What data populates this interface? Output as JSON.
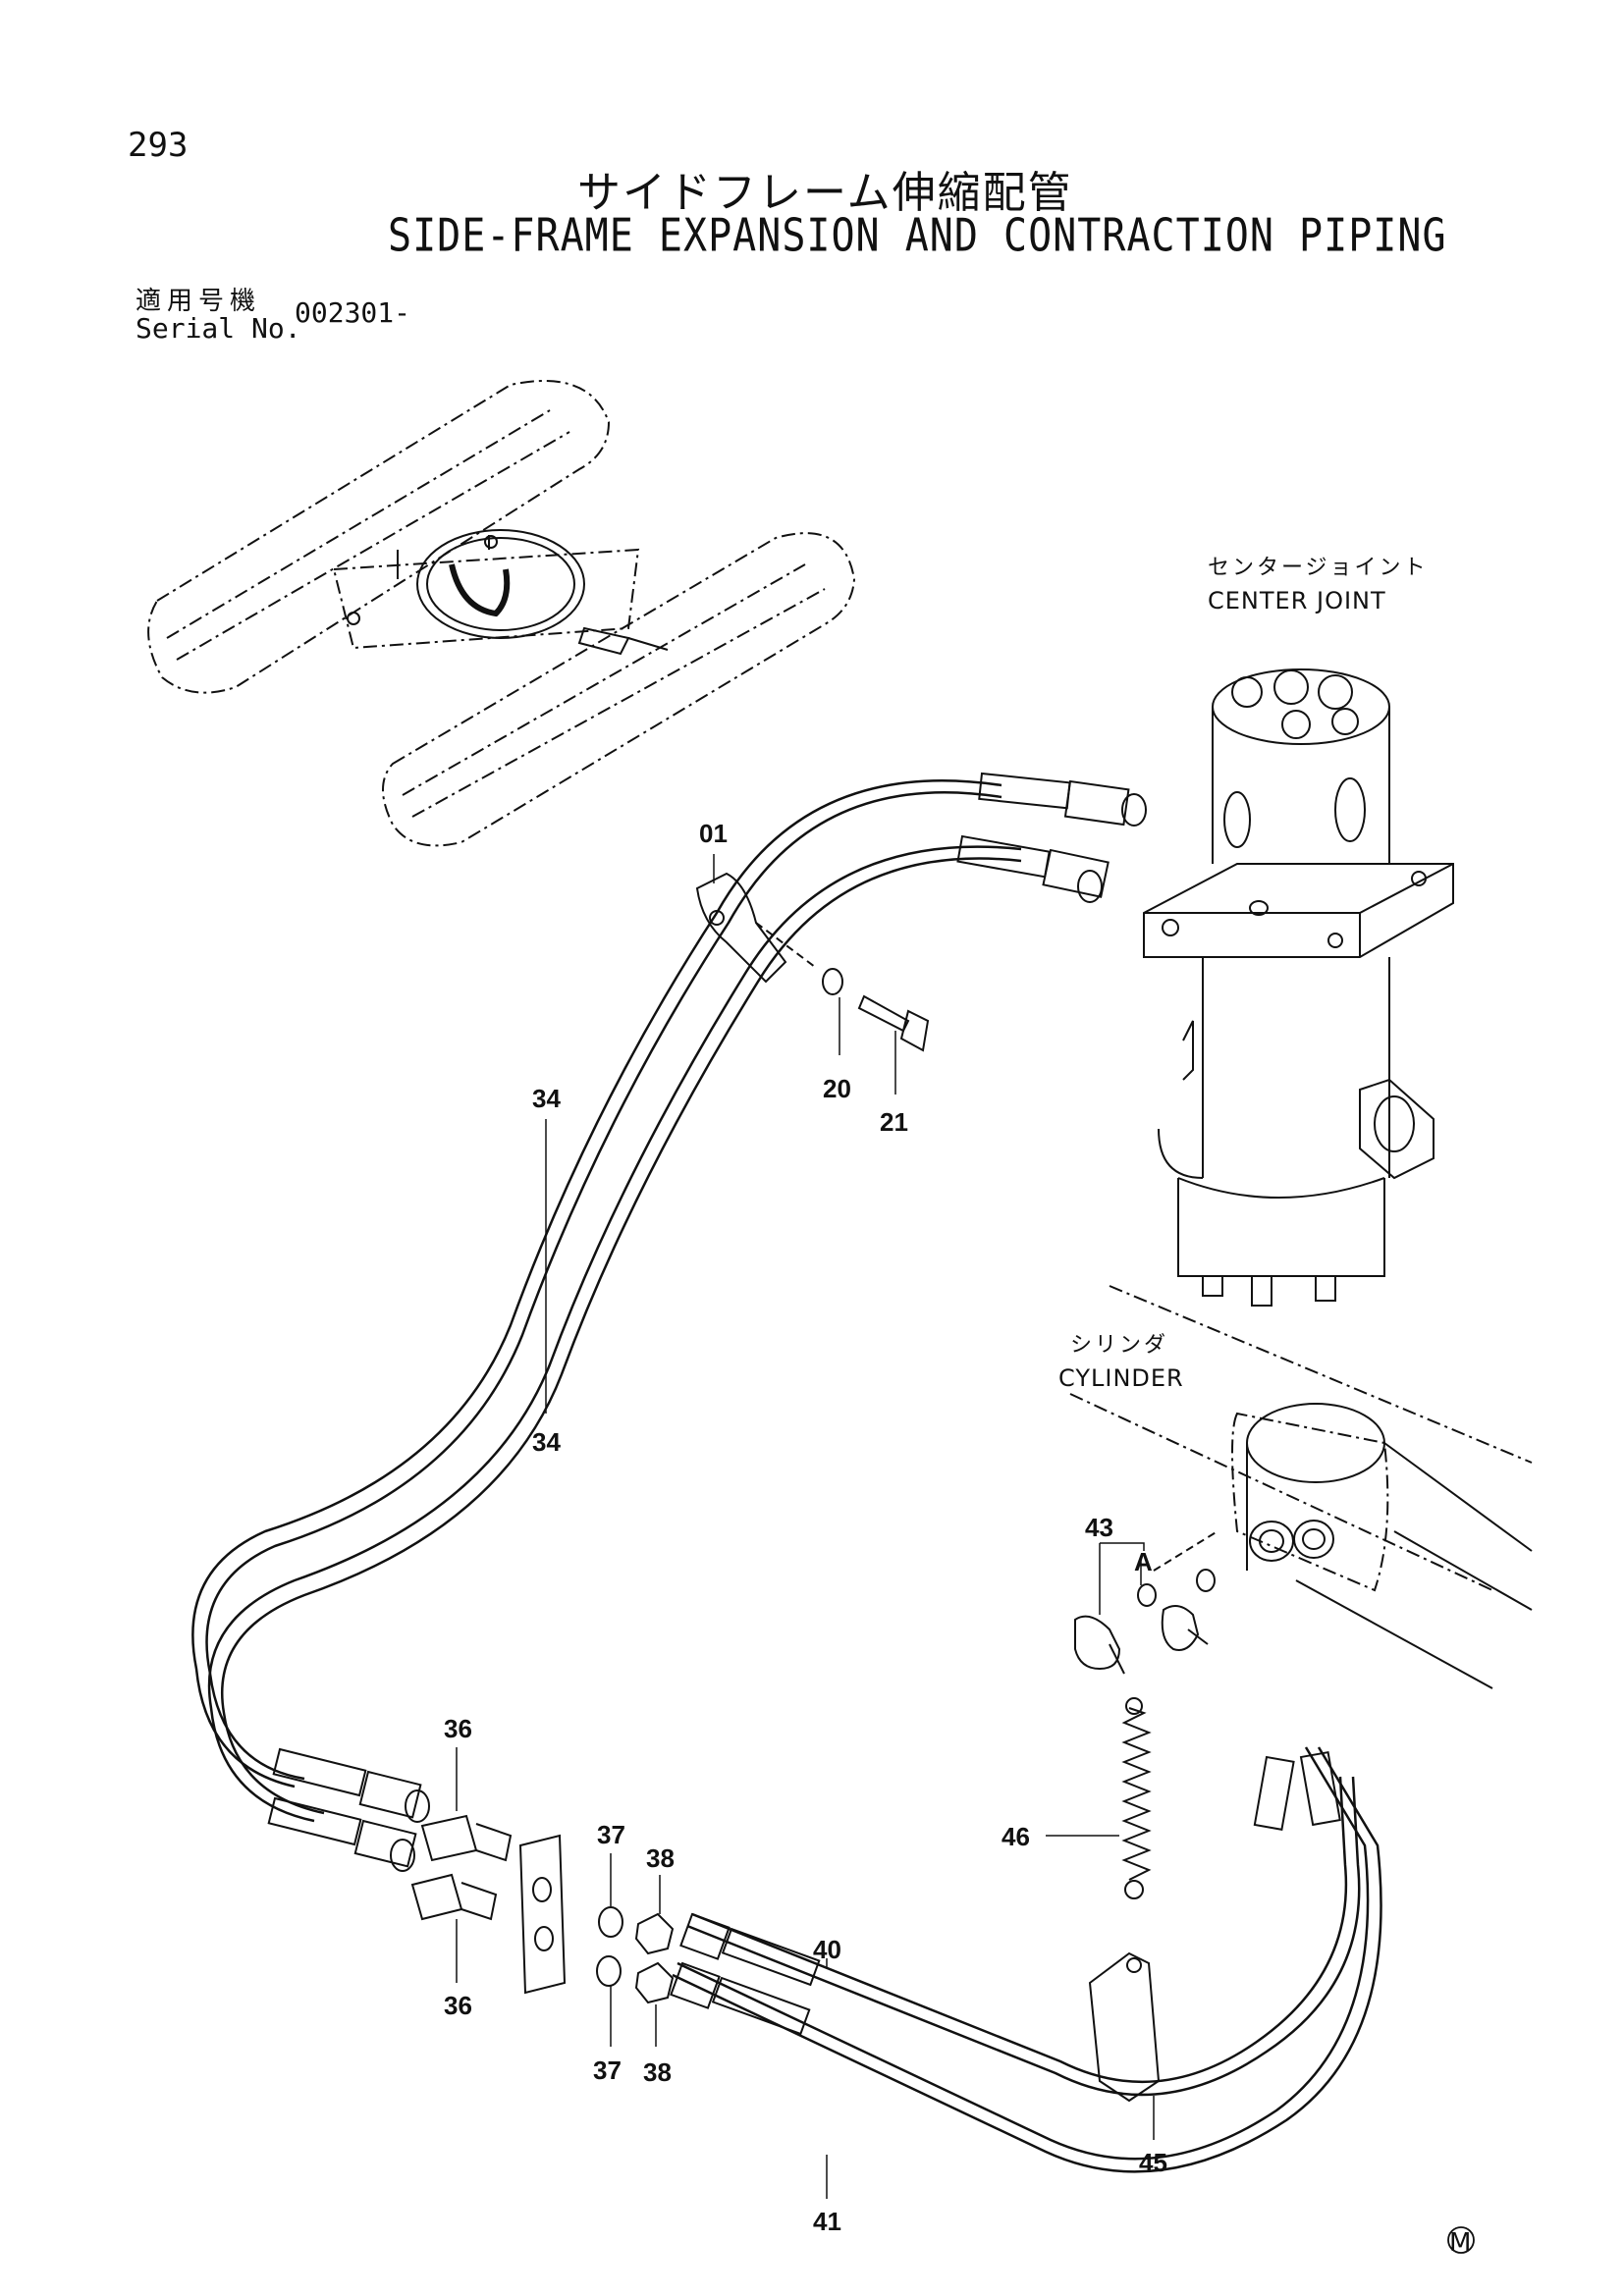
{
  "header": {
    "page_number": "293",
    "title_jp": "サイドフレーム伸縮配管",
    "title_en": "SIDE-FRAME EXPANSION AND CONTRACTION PIPING"
  },
  "serial": {
    "label_jp": "適用号機",
    "label_en": "Serial No.",
    "value": "002301-"
  },
  "components": {
    "center_joint_jp": "センタージョイント",
    "center_joint_en": "CENTER JOINT",
    "cylinder_jp": "シリンダ",
    "cylinder_en": "CYLINDER"
  },
  "callouts": {
    "c01": "01",
    "c20": "20",
    "c21": "21",
    "c34a": "34",
    "c34b": "34",
    "c36a": "36",
    "c36b": "36",
    "c37a": "37",
    "c37b": "37",
    "c38a": "38",
    "c38b": "38",
    "c40": "40",
    "c41": "41",
    "c43": "43",
    "cA": "A",
    "c45": "45",
    "c46": "46"
  },
  "footer": {
    "mark": "M"
  }
}
